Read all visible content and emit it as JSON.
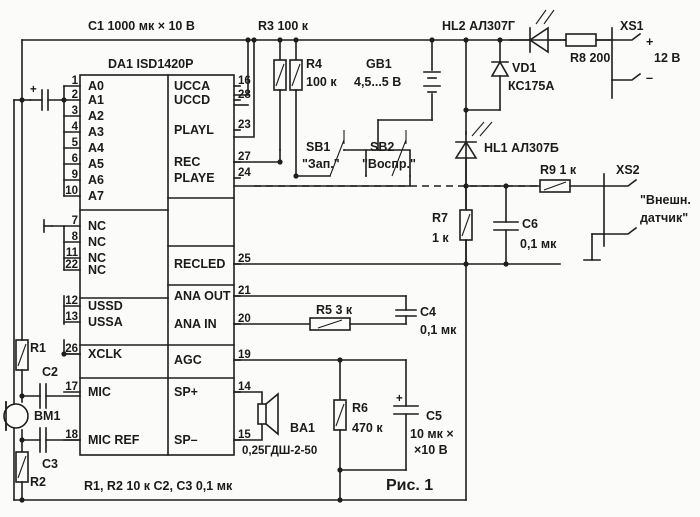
{
  "title": "Рис. 1",
  "chip": {
    "designator": "DA1 ISD1420P",
    "left_pins": [
      {
        "num": "1",
        "label": "A0"
      },
      {
        "num": "2",
        "label": "A1"
      },
      {
        "num": "3",
        "label": "A2"
      },
      {
        "num": "4",
        "label": "A3"
      },
      {
        "num": "5",
        "label": "A4"
      },
      {
        "num": "6",
        "label": "A5"
      },
      {
        "num": "9",
        "label": "A6"
      },
      {
        "num": "10",
        "label": "A7"
      },
      {
        "num": "7",
        "label": "NC"
      },
      {
        "num": "8",
        "label": "NC"
      },
      {
        "num": "11",
        "label": "NC"
      },
      {
        "num": "22",
        "label": "NC"
      },
      {
        "num": "12",
        "label": "U_SSD"
      },
      {
        "num": "13",
        "label": "U_SSA"
      },
      {
        "num": "26",
        "label": "XCLK"
      },
      {
        "num": "17",
        "label": "MIC"
      },
      {
        "num": "18",
        "label": "MIC REF"
      }
    ],
    "right_pins": [
      {
        "num": "16",
        "label": "U_CCA"
      },
      {
        "num": "28",
        "label": "U_CCD"
      },
      {
        "num": "23",
        "label": "PLAYL"
      },
      {
        "num": "27",
        "label": "REC"
      },
      {
        "num": "24",
        "label": "PLAYE"
      },
      {
        "num": "25",
        "label": "RECLED"
      },
      {
        "num": "21",
        "label": "ANA OUT"
      },
      {
        "num": "20",
        "label": "ANA IN"
      },
      {
        "num": "19",
        "label": "AGC"
      },
      {
        "num": "14",
        "label": "SP+"
      },
      {
        "num": "15",
        "label": "SP–"
      }
    ]
  },
  "components": {
    "c1": "C1 1000 мк × 10 В",
    "r3": "R3 100 к",
    "r4": "R4",
    "r4_val": "100 к",
    "gb1": "GB1",
    "gb1_val": "4,5...5 В",
    "hl2": "HL2 АЛ307Г",
    "r8": "R8 200",
    "xs1": "XS1",
    "xs1_val": "12 В",
    "vd1": "VD1",
    "vd1_val": "КС175А",
    "sb1": "SB1",
    "sb1_val": "\"Зап.\"",
    "sb2": "SB2",
    "sb2_val": "\"Воспр.\"",
    "hl1": "HL1 АЛ307Б",
    "r9": "R9 1 к",
    "xs2": "XS2",
    "xs2_val_1": "\"Внешн.",
    "xs2_val_2": "датчик\"",
    "r7": "R7",
    "r7_val": "1 к",
    "c6": "C6",
    "c6_val": "0,1 мк",
    "r5": "R5 3 к",
    "c4": "C4",
    "c4_val": "0,1 мк",
    "r1": "R1",
    "r2": "R2",
    "c2": "C2",
    "c3": "C3",
    "bm1": "BM1",
    "ba1": "BA1",
    "ba1_val": "0,25ГДШ-2-50",
    "r6": "R6",
    "r6_val": "470 к",
    "c5": "C5",
    "c5_val_1": "10 мк ×",
    "c5_val_2": "×10 В",
    "note": "R1, R2 10 к   C2, C3 0,1 мк"
  }
}
